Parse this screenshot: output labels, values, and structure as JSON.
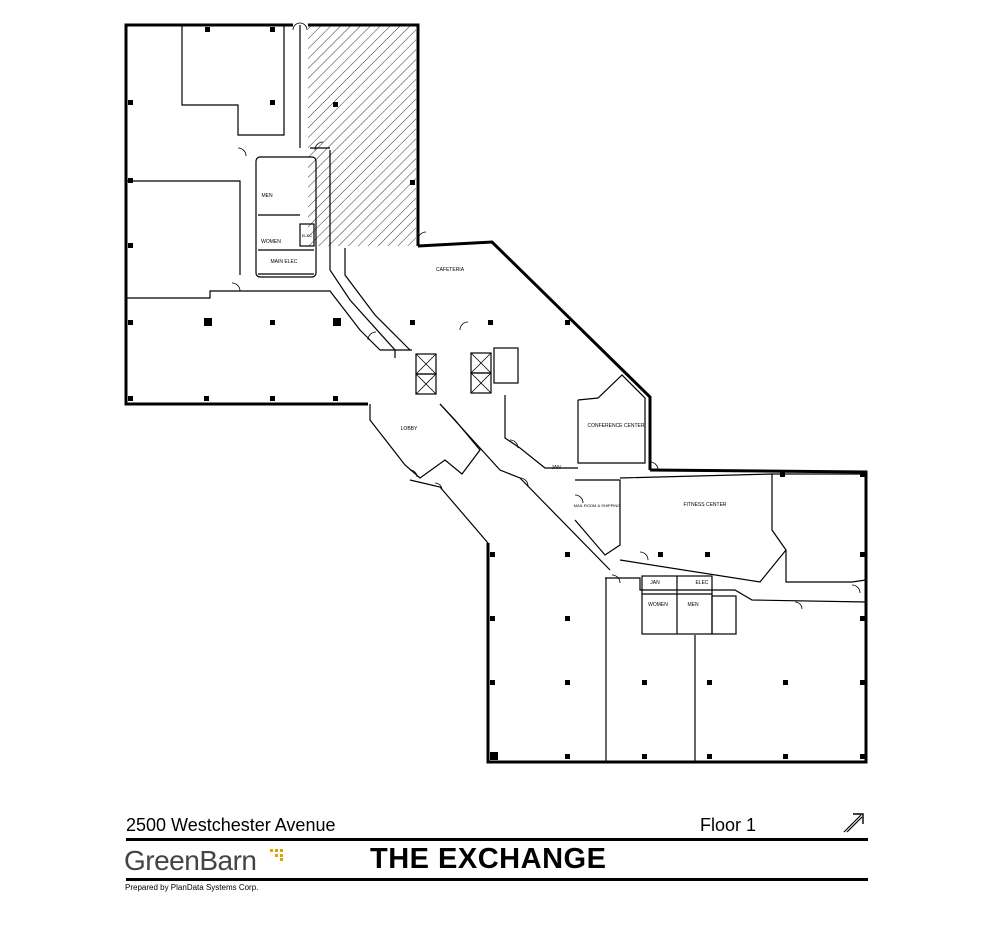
{
  "rooms": {
    "men_west": "MEN",
    "women_west": "WOMEN",
    "elec_west": "ELEC",
    "main_elec": "MAIN ELEC",
    "cafeteria": "CAFETERIA",
    "conference_center": "CONFERENCE CENTER",
    "lobby": "LOBBY",
    "jan_center": "JAN",
    "mail_room": "MAIL ROOM & SHIPPING",
    "fitness_center": "FITNESS CENTER",
    "jan_east": "JAN",
    "elec_east": "ELEC",
    "women_east": "WOMEN",
    "men_east": "MEN"
  },
  "footer": {
    "address": "2500 Westchester Avenue",
    "floor": "Floor 1",
    "brand": "GreenBarn",
    "title": "THE EXCHANGE",
    "prepared_by": "Prepared by PlanData Systems Corp."
  },
  "colors": {
    "ink": "#000000",
    "brand_gray": "#444444",
    "brand_accent": "#d9a300"
  },
  "icons": {
    "north": "north-arrow-icon"
  }
}
